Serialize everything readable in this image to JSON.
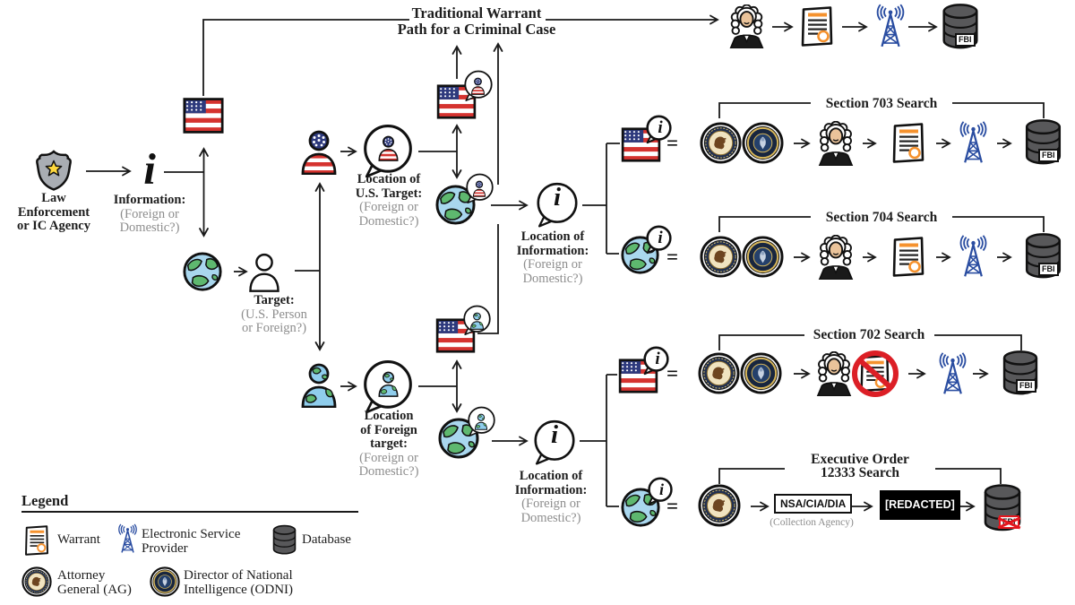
{
  "glyphs": {
    "info": "i",
    "equals": "="
  },
  "colors": {
    "flag_red": "#d5332f",
    "flag_navy": "#2e3a7d",
    "globe_water": "#a9d7ee",
    "globe_land": "#5eb86f",
    "antenna_blue": "#2a4da1",
    "warrant_orange": "#f5922e",
    "prohibit_red": "#dc1f26",
    "database_gray": "#58585a",
    "text_dark": "#1d1d1d",
    "text_gray": "#8d8d8d"
  },
  "title": {
    "line1": "Traditional Warrant",
    "line2": "Path for a Criminal Case"
  },
  "agency": {
    "line1": "Law",
    "line2": "Enforcement",
    "line3": "or IC Agency"
  },
  "information": {
    "label": "Information:",
    "sub1": "(Foreign or",
    "sub2": "Domestic?)"
  },
  "target": {
    "label": "Target:",
    "sub1": "(U.S. Person",
    "sub2": "or Foreign?)"
  },
  "us_target": {
    "line1": "Location of",
    "line2": "U.S. Target:",
    "sub1": "(Foreign or",
    "sub2": "Domestic?)"
  },
  "foreign_target": {
    "line1": "Location",
    "line2": "of Foreign",
    "line3": "target:",
    "sub1": "(Foreign or",
    "sub2": "Domestic?)"
  },
  "location_info": {
    "line1": "Location of",
    "line2": "Information:",
    "sub1": "(Foreign or",
    "sub2": "Domestic?)"
  },
  "sections": {
    "s703": "Section 703 Search",
    "s704": "Section 704 Search",
    "s702": "Section 702 Search",
    "eo1": "Executive Order",
    "eo2": "12333 Search"
  },
  "eo": {
    "box": "NSA/CIA/DIA",
    "box_sub": "(Collection Agency)",
    "redacted": "[REDACTED]"
  },
  "fbi": "FBI",
  "legend": {
    "title": "Legend",
    "items": [
      {
        "label": "Warrant"
      },
      {
        "label1": "Electronic Service",
        "label2": "Provider"
      },
      {
        "label": "Database"
      },
      {
        "label1": "Attorney",
        "label2": "General (AG)"
      },
      {
        "label1": "Director of National",
        "label2": "Intelligence (ODNI)"
      }
    ]
  }
}
